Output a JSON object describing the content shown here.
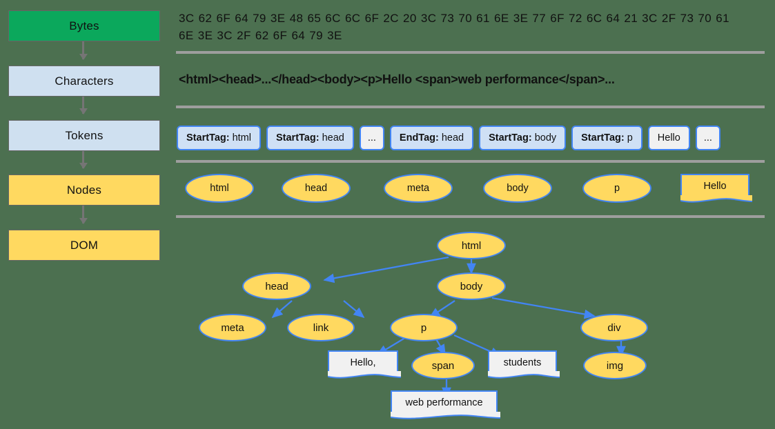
{
  "colors": {
    "background": "#4c7050",
    "green": "#0ba85c",
    "light_blue": "#cfe0f0",
    "yellow": "#ffd960",
    "border_blue": "#4285f4",
    "separator_grey": "#9e9e9e",
    "arrow_grey": "#757575",
    "text_node_grey": "#f1f1f1"
  },
  "pipeline": {
    "stages": [
      {
        "label": "Bytes",
        "style": "green"
      },
      {
        "label": "Characters",
        "style": "blue"
      },
      {
        "label": "Tokens",
        "style": "blue"
      },
      {
        "label": "Nodes",
        "style": "yellow"
      },
      {
        "label": "DOM",
        "style": "yellow"
      }
    ]
  },
  "bytes_row": {
    "text": "3C 62 6F 64 79 3E 48 65 6C 6C 6F 2C 20 3C 73 70 61 6E 3E 77 6F 72 6C 64 21 3C 2F 73 70 61 6E 3E 3C 2F 62 6F 64 79 3E"
  },
  "characters_row": {
    "text": "<html><head>...</head><body><p>Hello <span>web performance</span>..."
  },
  "tokens_row": {
    "tokens": [
      {
        "kind": "StartTag:",
        "value": "html",
        "style": "tag"
      },
      {
        "kind": "StartTag:",
        "value": "head",
        "style": "tag"
      },
      {
        "kind": "",
        "value": "...",
        "style": "ell"
      },
      {
        "kind": "EndTag:",
        "value": "head",
        "style": "tag"
      },
      {
        "kind": "StartTag:",
        "value": "body",
        "style": "tag"
      },
      {
        "kind": "StartTag:",
        "value": "p",
        "style": "tag"
      },
      {
        "kind": "",
        "value": "Hello",
        "style": "plain"
      },
      {
        "kind": "",
        "value": "...",
        "style": "ell"
      }
    ]
  },
  "nodes_row": {
    "nodes": [
      {
        "label": "html",
        "shape": "ellipse"
      },
      {
        "label": "head",
        "shape": "ellipse"
      },
      {
        "label": "meta",
        "shape": "ellipse"
      },
      {
        "label": "body",
        "shape": "ellipse"
      },
      {
        "label": "p",
        "shape": "ellipse"
      },
      {
        "label": "Hello",
        "shape": "document-yellow"
      }
    ]
  },
  "dom_tree": {
    "nodes": [
      {
        "id": "html",
        "label": "html",
        "shape": "ellipse"
      },
      {
        "id": "head",
        "label": "head",
        "shape": "ellipse"
      },
      {
        "id": "body",
        "label": "body",
        "shape": "ellipse"
      },
      {
        "id": "meta",
        "label": "meta",
        "shape": "ellipse"
      },
      {
        "id": "link",
        "label": "link",
        "shape": "ellipse"
      },
      {
        "id": "p",
        "label": "p",
        "shape": "ellipse"
      },
      {
        "id": "div",
        "label": "div",
        "shape": "ellipse"
      },
      {
        "id": "hello",
        "label": "Hello,",
        "shape": "document-grey"
      },
      {
        "id": "span",
        "label": "span",
        "shape": "ellipse"
      },
      {
        "id": "students",
        "label": "students",
        "shape": "document-grey"
      },
      {
        "id": "img",
        "label": "img",
        "shape": "ellipse"
      },
      {
        "id": "webperformance",
        "label": "web performance",
        "shape": "document-grey"
      }
    ],
    "edges": [
      {
        "from": "html",
        "to": "head"
      },
      {
        "from": "html",
        "to": "body"
      },
      {
        "from": "head",
        "to": "meta"
      },
      {
        "from": "head",
        "to": "link"
      },
      {
        "from": "body",
        "to": "p"
      },
      {
        "from": "body",
        "to": "div"
      },
      {
        "from": "p",
        "to": "hello"
      },
      {
        "from": "p",
        "to": "span"
      },
      {
        "from": "p",
        "to": "students"
      },
      {
        "from": "div",
        "to": "img"
      },
      {
        "from": "span",
        "to": "webperformance"
      }
    ]
  }
}
